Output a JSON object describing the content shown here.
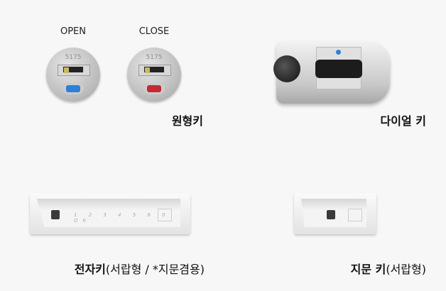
{
  "round_key": {
    "open_label": "OPEN",
    "close_label": "CLOSE",
    "lock_number": "5175",
    "title": "원형키",
    "open_color": "#2e7fd9",
    "close_color": "#c42a34"
  },
  "dial_key": {
    "title": "다이얼 키"
  },
  "electronic_key": {
    "title_bold": "전자키",
    "title_note": "(서랍형 / *지문겸용)",
    "keypad": "1 2 3 4 5 6 0 OK"
  },
  "fingerprint_key": {
    "title_bold": "지문 키",
    "title_note": "(서랍형)"
  }
}
